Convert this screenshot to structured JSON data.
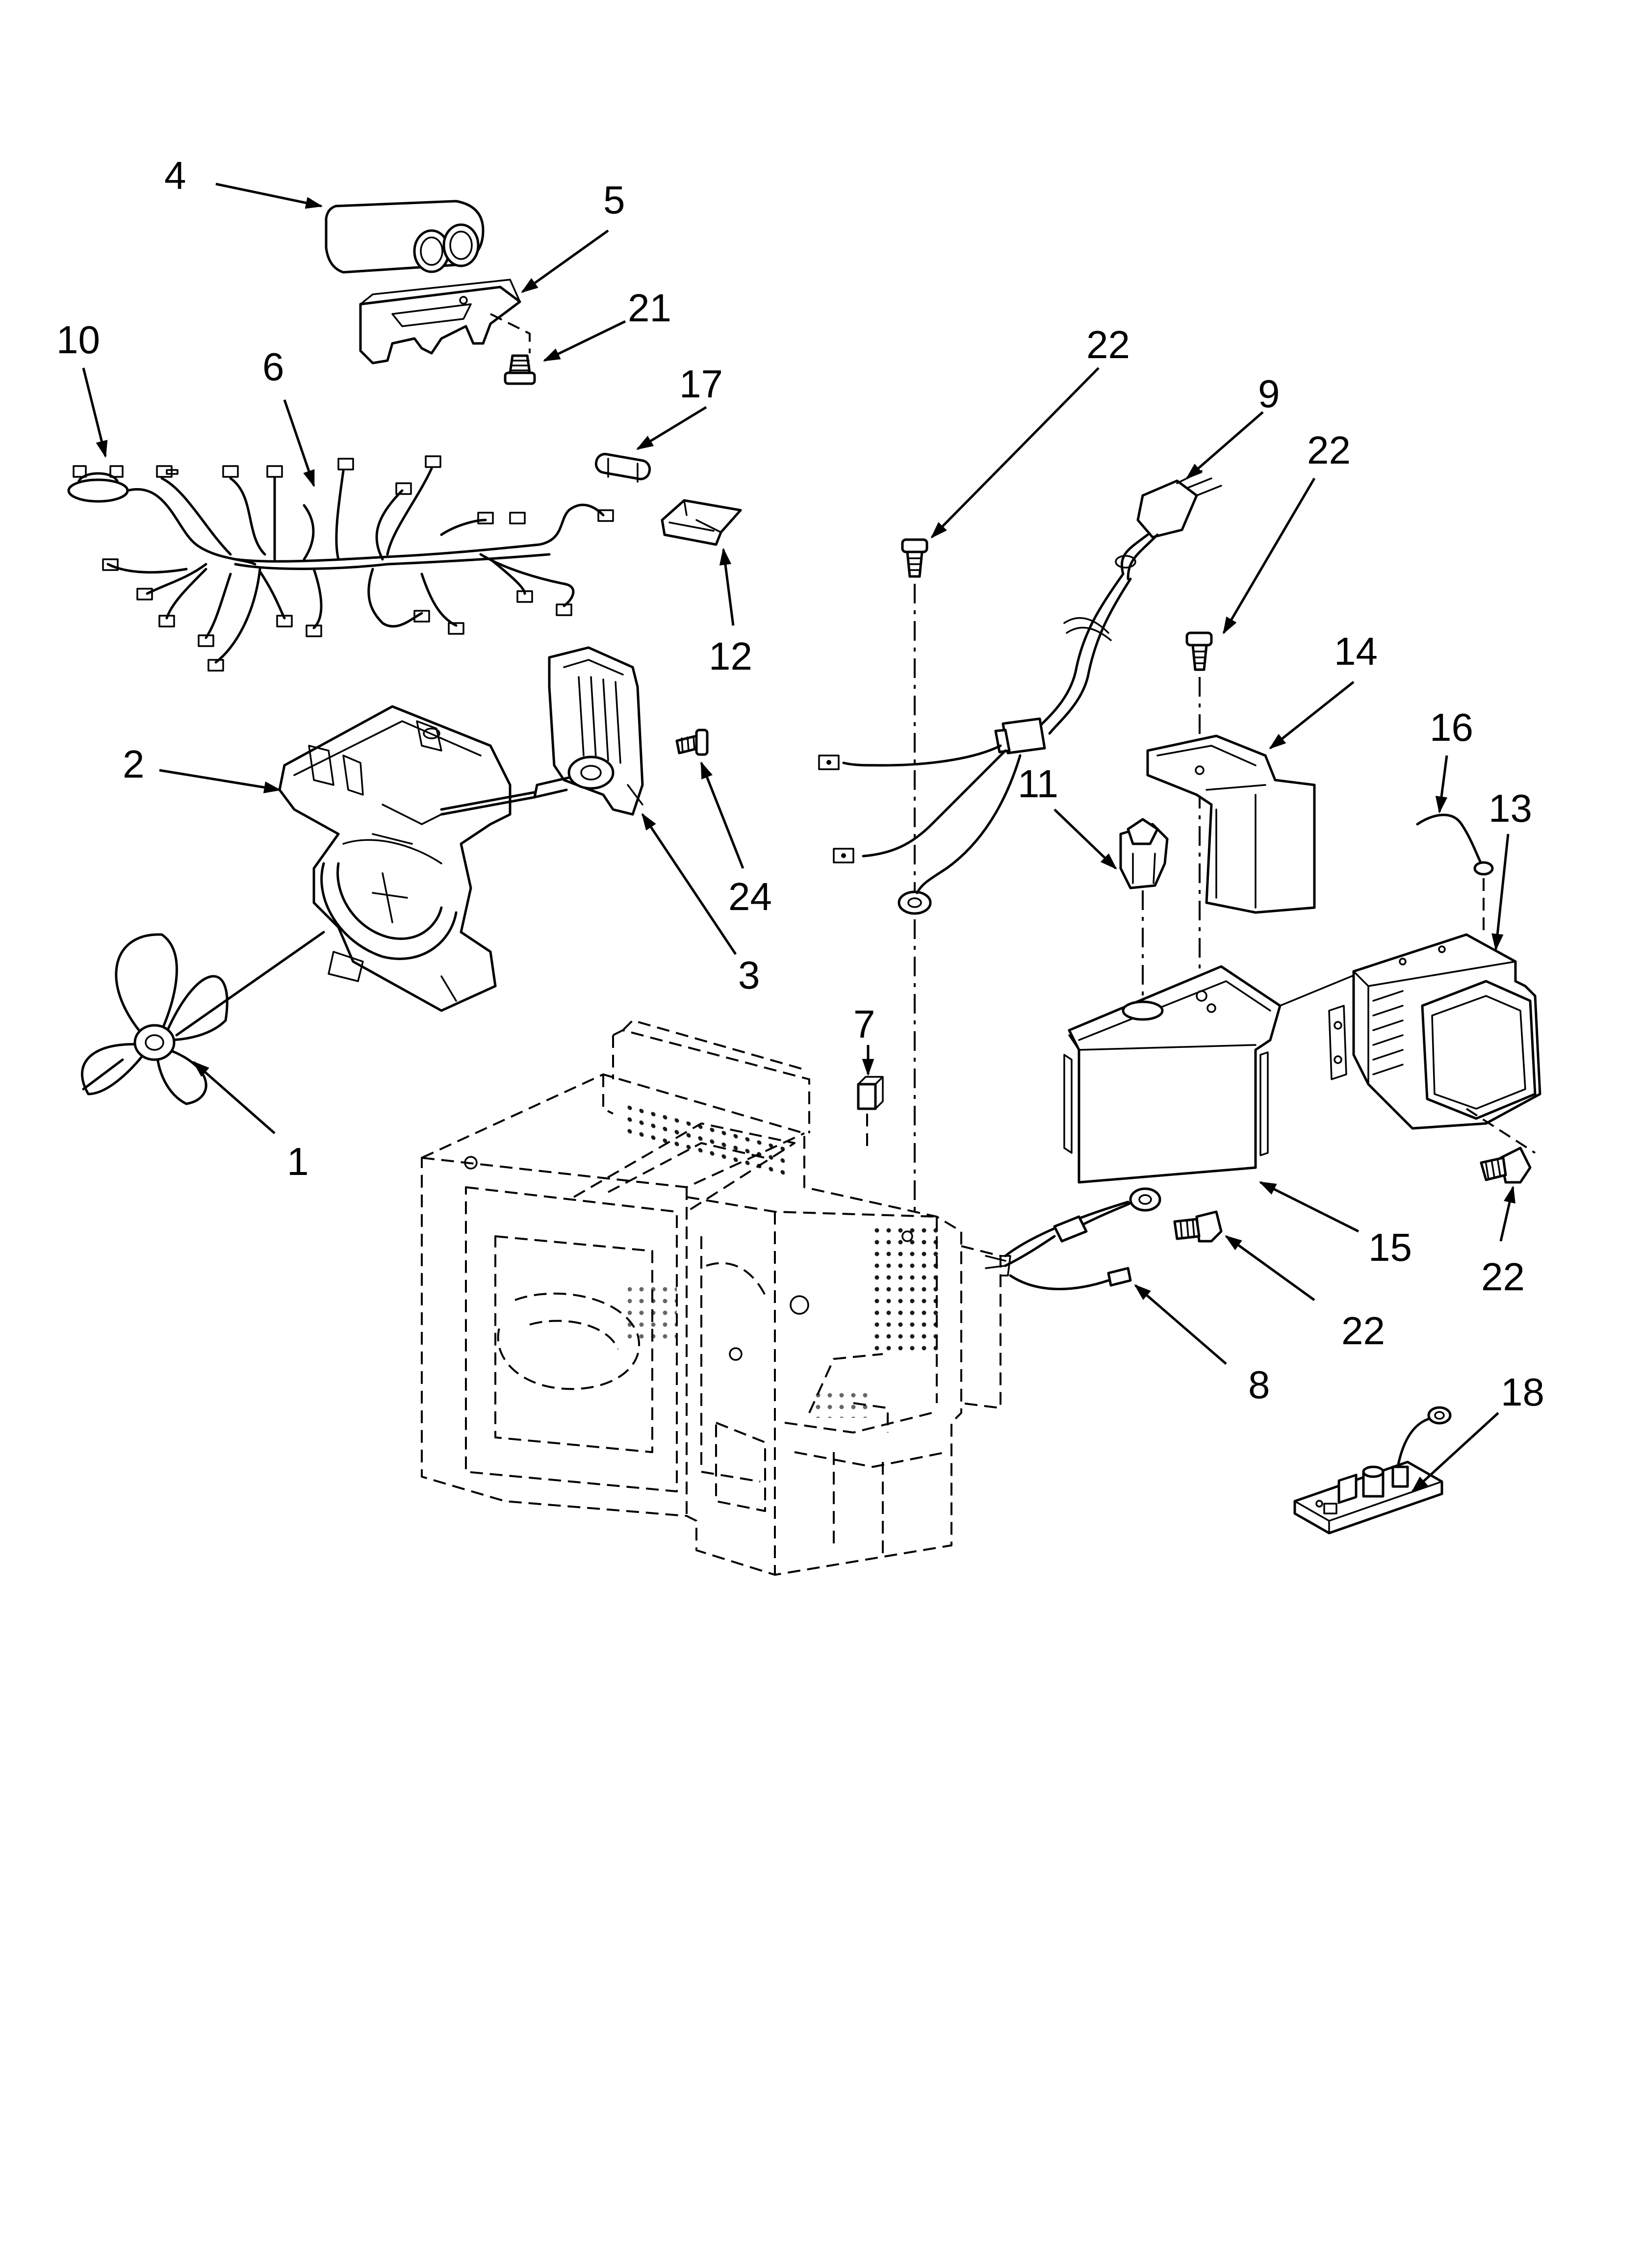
{
  "callouts": [
    {
      "id": "c4",
      "label": "4"
    },
    {
      "id": "c5",
      "label": "5"
    },
    {
      "id": "c21",
      "label": "21"
    },
    {
      "id": "c10",
      "label": "10"
    },
    {
      "id": "c6",
      "label": "6"
    },
    {
      "id": "c17",
      "label": "17"
    },
    {
      "id": "c12",
      "label": "12"
    },
    {
      "id": "c22a",
      "label": "22"
    },
    {
      "id": "c9",
      "label": "9"
    },
    {
      "id": "c22b",
      "label": "22"
    },
    {
      "id": "c14",
      "label": "14"
    },
    {
      "id": "c16",
      "label": "16"
    },
    {
      "id": "c13",
      "label": "13"
    },
    {
      "id": "c11",
      "label": "11"
    },
    {
      "id": "c2",
      "label": "2"
    },
    {
      "id": "c24",
      "label": "24"
    },
    {
      "id": "c3",
      "label": "3"
    },
    {
      "id": "c1",
      "label": "1"
    },
    {
      "id": "c7",
      "label": "7"
    },
    {
      "id": "c15",
      "label": "15"
    },
    {
      "id": "c22c",
      "label": "22"
    },
    {
      "id": "c22d",
      "label": "22"
    },
    {
      "id": "c8",
      "label": "8"
    },
    {
      "id": "c18",
      "label": "18"
    }
  ]
}
